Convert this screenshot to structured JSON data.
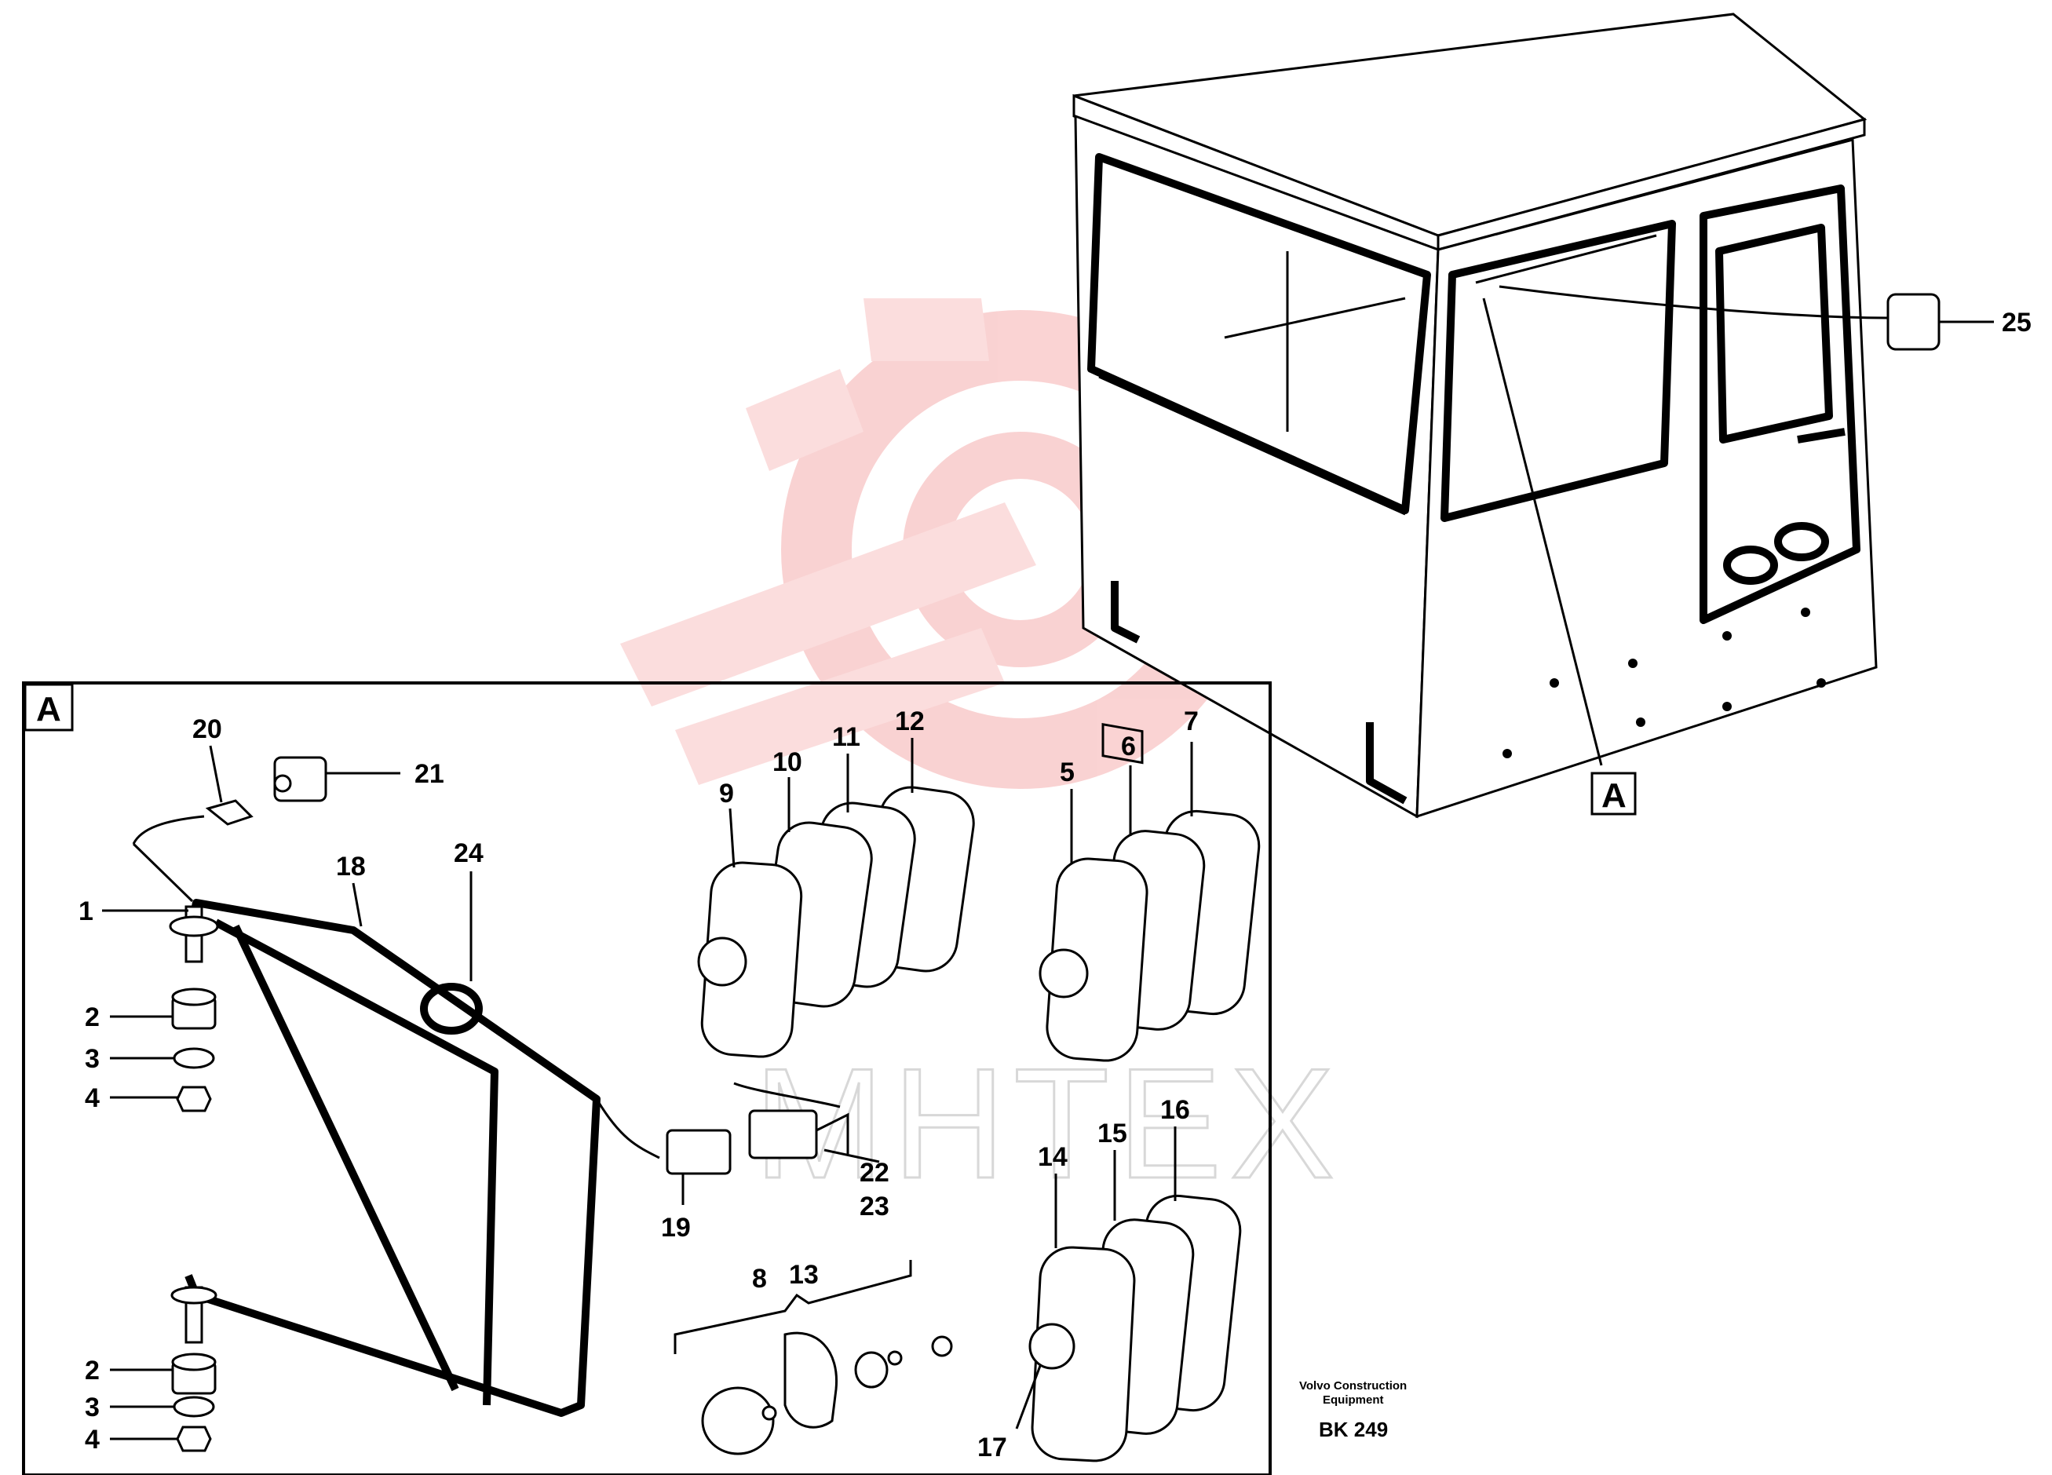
{
  "detail_marker": "A",
  "callouts": {
    "c1": "1",
    "c2a": "2",
    "c3a": "3",
    "c4a": "4",
    "c2b": "2",
    "c3b": "3",
    "c4b": "4",
    "c5": "5",
    "c6": "6",
    "c7": "7",
    "c8": "8",
    "c9": "9",
    "c10": "10",
    "c11": "11",
    "c12": "12",
    "c13": "13",
    "c14": "14",
    "c15": "15",
    "c16": "16",
    "c17": "17",
    "c18": "18",
    "c19": "19",
    "c20": "20",
    "c21": "21",
    "c22": "22",
    "c23": "23",
    "c24": "24",
    "c25": "25"
  },
  "credit": {
    "line1": "Volvo Construction",
    "line2": "Equipment"
  },
  "drawing_number": "BK 249",
  "watermark": {
    "text": "MHTEX",
    "color": "#f3b0b0"
  }
}
